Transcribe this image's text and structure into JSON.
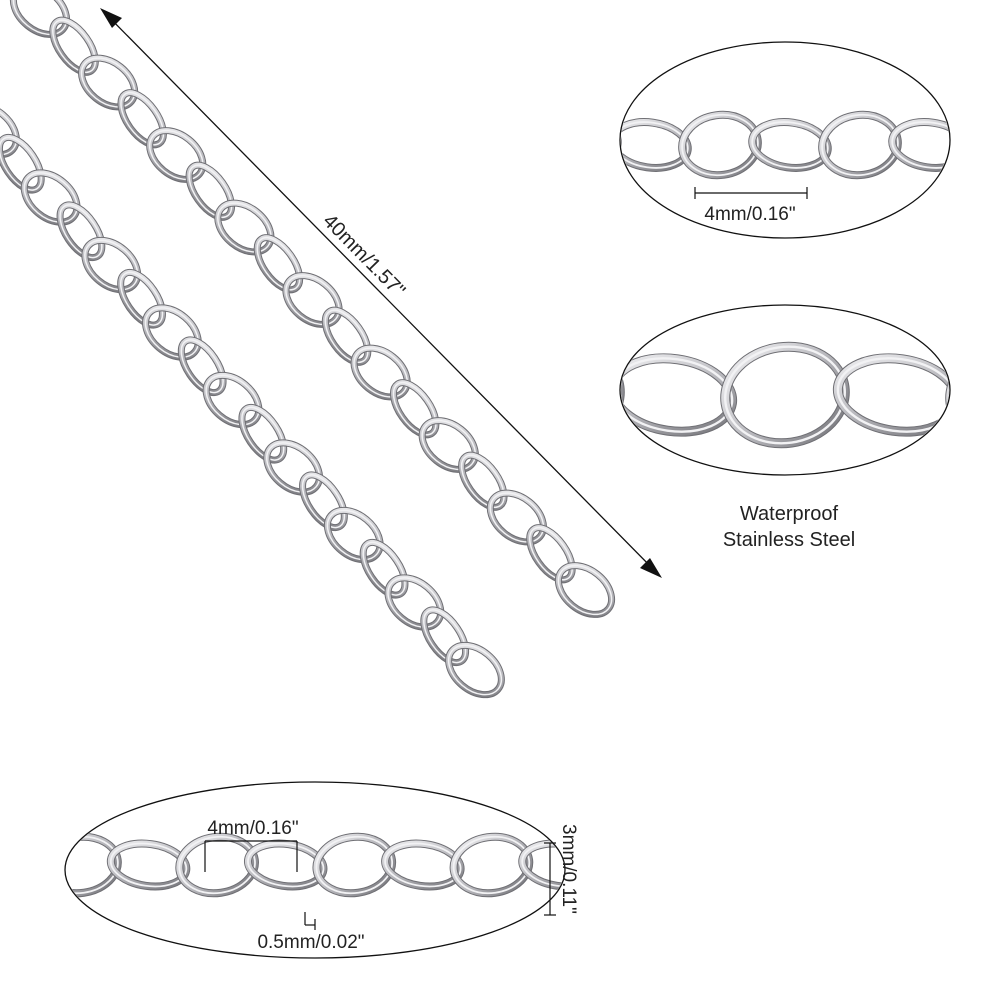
{
  "product": {
    "length_label": "40mm/1.57\"",
    "detail_top": {
      "link_length_label": "4mm/0.16\""
    },
    "detail_middle": {
      "material_line1": "Waterproof",
      "material_line2": "Stainless Steel"
    },
    "detail_bottom": {
      "link_length_label": "4mm/0.16\"",
      "wire_thickness_label": "0.5mm/0.02\"",
      "link_width_label": "3mm/0.11\""
    }
  },
  "colors": {
    "metal": "#c8c8cc",
    "metal_dark": "#7d7d82",
    "line": "#111111"
  }
}
